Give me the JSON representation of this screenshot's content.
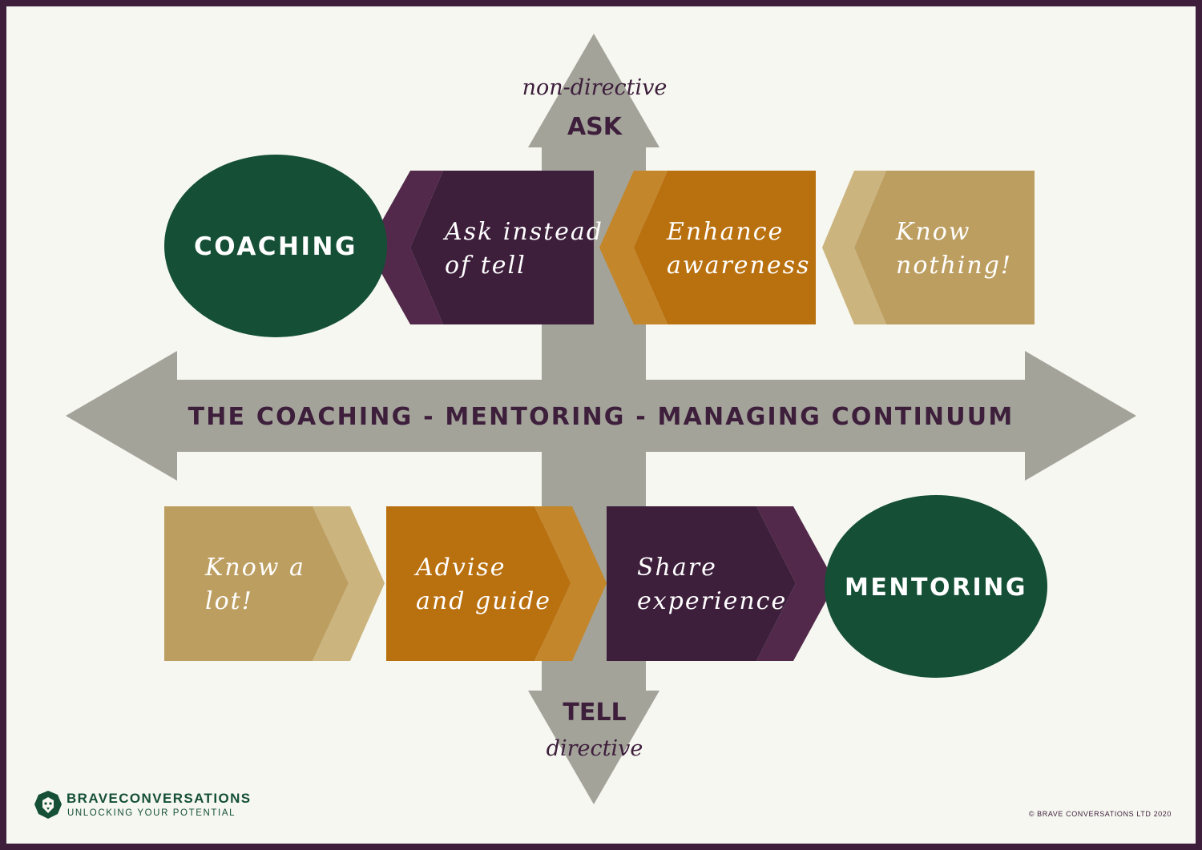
{
  "colors": {
    "background": "#f6f7f1",
    "frame": "#3d1e3b",
    "arrow_gray": "#a3a39a",
    "dark_purple": "#3d1e3b",
    "purple_light": "#52294a",
    "orange": "#b9700f",
    "orange_light": "#c4862a",
    "tan": "#bd9e61",
    "tan_light": "#cbb47e",
    "green": "#144f36",
    "label_text": "#3d1e3b",
    "white": "#ffffff"
  },
  "axis": {
    "top_italic": "non-directive",
    "top_label": "ASK",
    "bottom_label": "TELL",
    "bottom_italic": "directive",
    "center_title": "THE COACHING - MENTORING - MANAGING CONTINUUM"
  },
  "top_row": {
    "oval_label": "COACHING",
    "shapes": [
      {
        "line1": "Ask instead",
        "line2": "of tell"
      },
      {
        "line1": "Enhance",
        "line2": "awareness"
      },
      {
        "line1": "Know",
        "line2": "nothing!"
      }
    ]
  },
  "bottom_row": {
    "oval_label": "MENTORING",
    "shapes": [
      {
        "line1": "Know a",
        "line2": "lot!"
      },
      {
        "line1": "Advise",
        "line2": "and guide"
      },
      {
        "line1": "Share",
        "line2": "experience"
      }
    ]
  },
  "logo": {
    "brand": "BRAVECONVERSATIONS",
    "tagline": "UNLOCKING YOUR POTENTIAL",
    "icon": "lion-head-icon"
  },
  "copyright": "© BRAVE CONVERSATIONS LTD 2020"
}
